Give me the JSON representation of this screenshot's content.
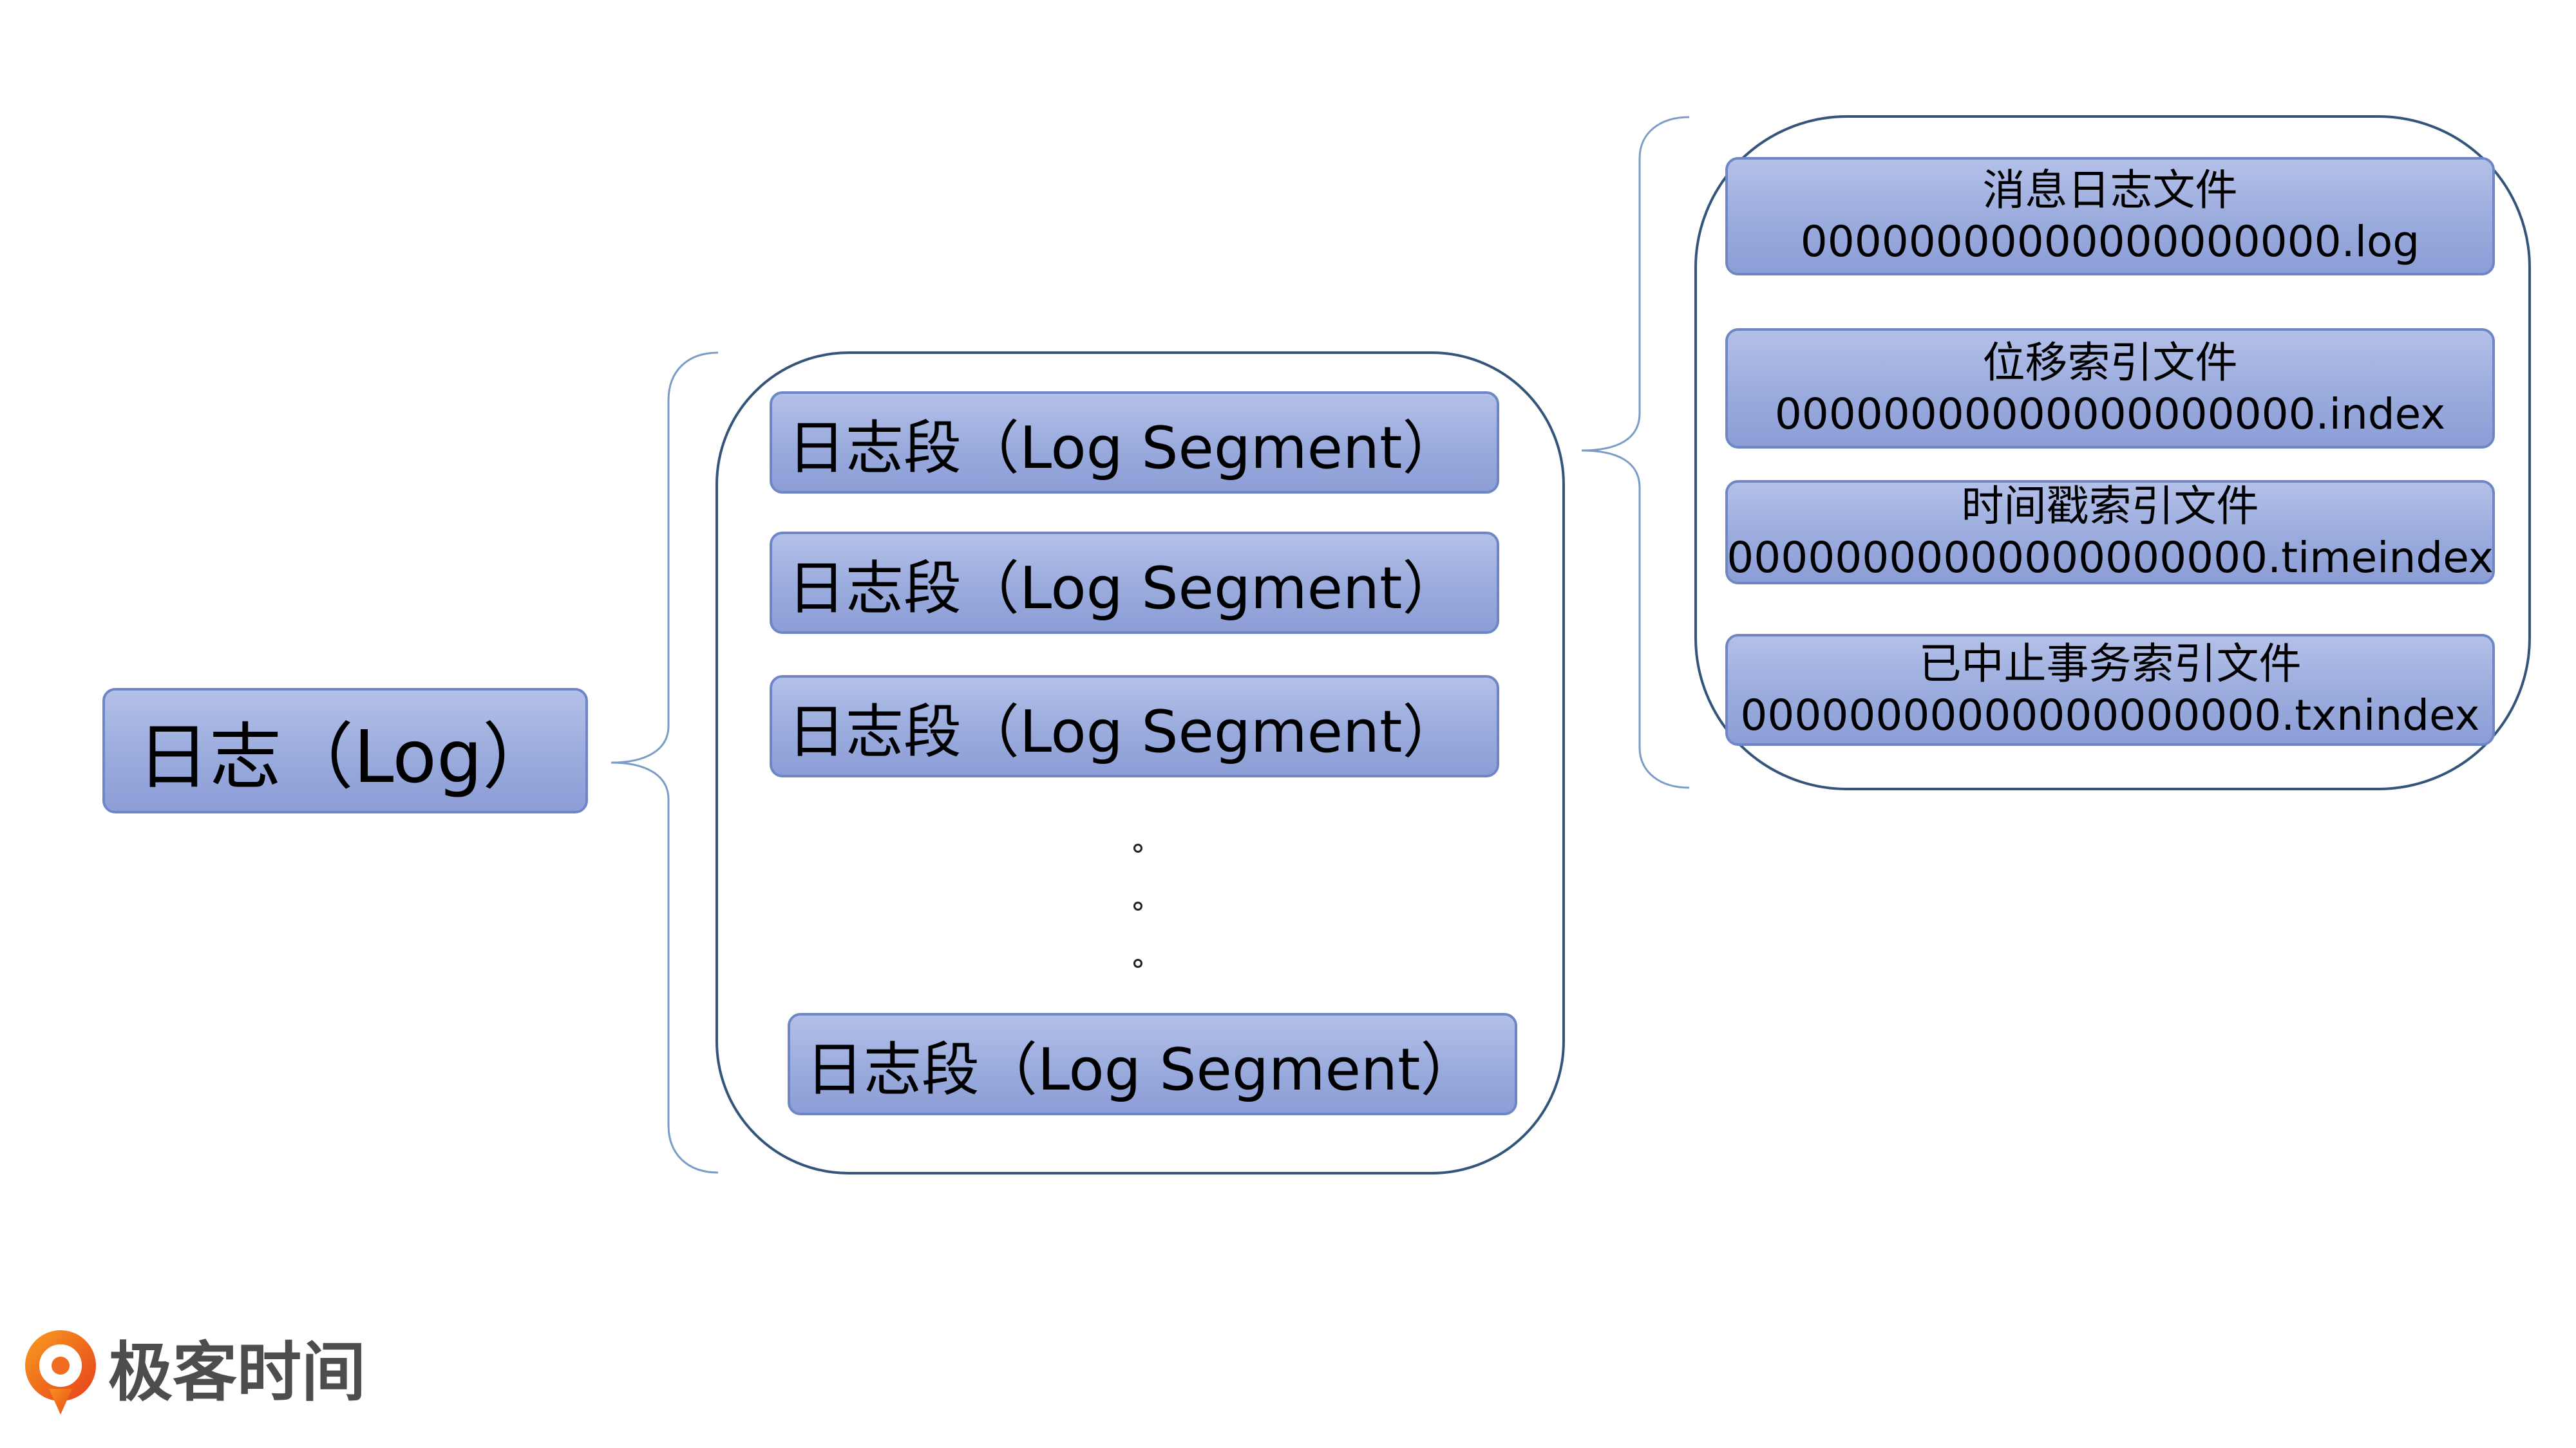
{
  "diagram": {
    "root": {
      "label": "日志（Log）"
    },
    "segments": [
      {
        "label": "日志段（Log Segment）"
      },
      {
        "label": "日志段（Log Segment）"
      },
      {
        "label": "日志段（Log Segment）"
      },
      {
        "label": "日志段（Log Segment）"
      }
    ],
    "files": [
      {
        "title": "消息日志文件",
        "filename": "00000000000000000000.log"
      },
      {
        "title": "位移索引文件",
        "filename": "00000000000000000000.index"
      },
      {
        "title": "时间戳索引文件",
        "filename": "00000000000000000000.timeindex"
      },
      {
        "title": "已中止事务索引文件",
        "filename": "00000000000000000000.txnindex"
      }
    ]
  },
  "logo": {
    "icon": "geektime-logo-icon",
    "text": "极客时间"
  },
  "colors": {
    "node_fill_top": "#b3c0e8",
    "node_fill_bottom": "#8c9ed6",
    "node_border": "#6f86c6",
    "container_stroke": "#34557a",
    "brace_stroke": "#7a9cc6",
    "logo_orange": "#f26b22",
    "logo_text": "#4d4d4d"
  }
}
